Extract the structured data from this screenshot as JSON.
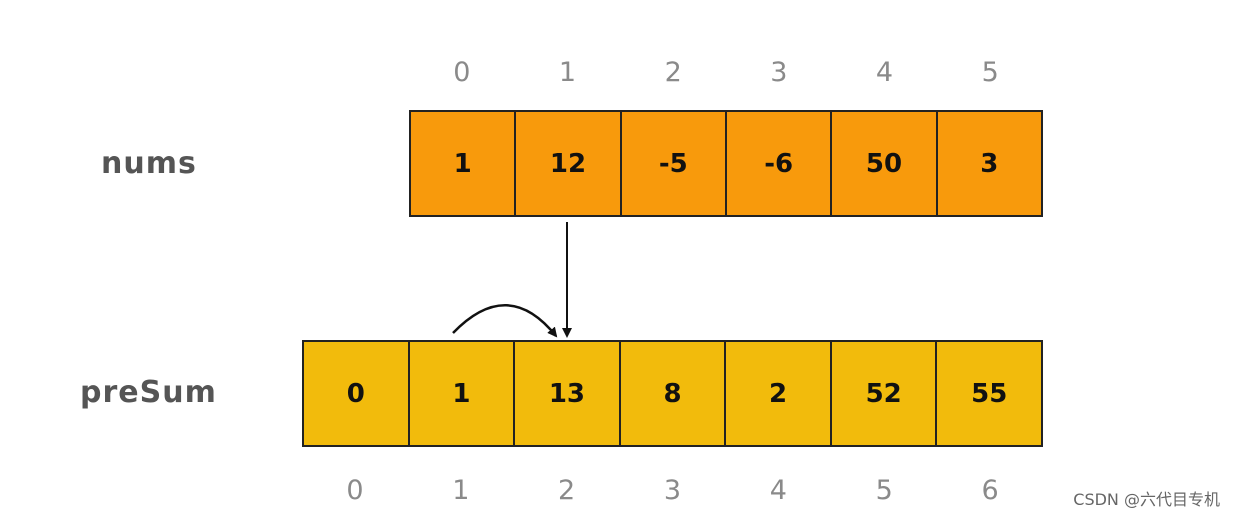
{
  "nums": {
    "label": "nums",
    "indices": [
      "0",
      "1",
      "2",
      "3",
      "4",
      "5"
    ],
    "values": [
      "1",
      "12",
      "-5",
      "-6",
      "50",
      "3"
    ]
  },
  "presum": {
    "label": "preSum",
    "indices": [
      "0",
      "1",
      "2",
      "3",
      "4",
      "5",
      "6"
    ],
    "values": [
      "0",
      "1",
      "13",
      "8",
      "2",
      "52",
      "55"
    ]
  },
  "colors": {
    "nums_fill": "#f89a0c",
    "presum_fill": "#f2bb0c",
    "border": "#222222",
    "index_text": "#8a8a8a",
    "label_text": "#555555"
  },
  "watermark": "CSDN @六代目专机"
}
